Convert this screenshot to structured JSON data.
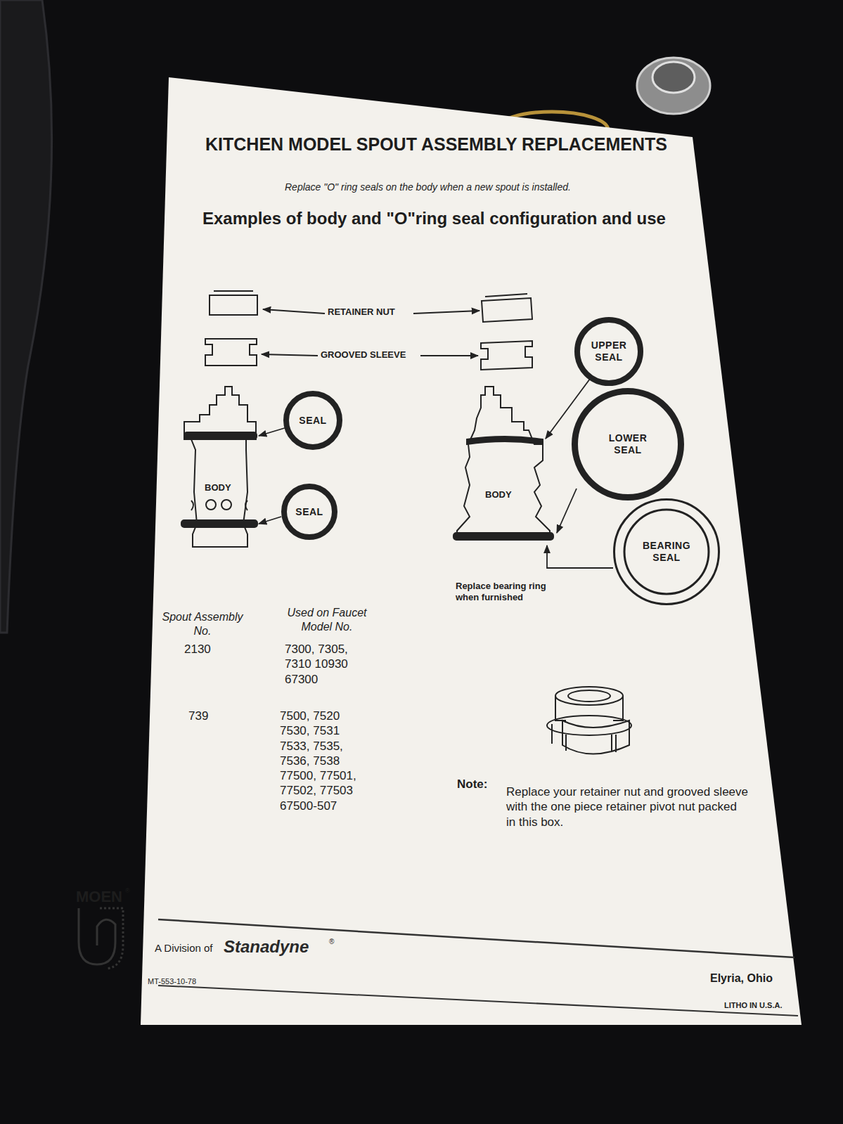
{
  "diagram": {
    "title": "KITCHEN MODEL SPOUT ASSEMBLY REPLACEMENTS",
    "nodes": [
      {
        "text": [
          "SEAL"
        ]
      },
      {
        "text": [
          "SEAL"
        ]
      },
      {
        "text": [
          "UPPER SEAL"
        ]
      },
      {
        "text": [
          "LOWER SEAL"
        ]
      },
      {
        "text": [
          "BEARING SEAL"
        ]
      }
    ],
    "labels": [
      "Replace \"O\" ring seals on the body when a new spout is installed.",
      "Examples of body and \"O\"ring seal configuration and use",
      "RETAINER NUT",
      "GROOVED SLEEVE",
      "BODY",
      "BODY",
      "Replace bearing ring when furnished",
      "Spout Assembly No.",
      "Used on Faucet Model No.",
      "2130",
      "7300, 7305, 7310 10930 67300",
      "739",
      "7500, 7520 7530, 7531 7533, 7535, 7536, 7538 77500, 77501, 77502, 77503 67500-507",
      "Note:",
      "Replace your retainer nut and grooved sleeve with the one piece retainer pivot nut packed in this box.",
      "MOEN",
      "®",
      "A Division of",
      "Stanadyne",
      "®",
      "MT-553-10-78",
      "Elyria, Ohio",
      "LITHO IN U.S.A."
    ]
  }
}
